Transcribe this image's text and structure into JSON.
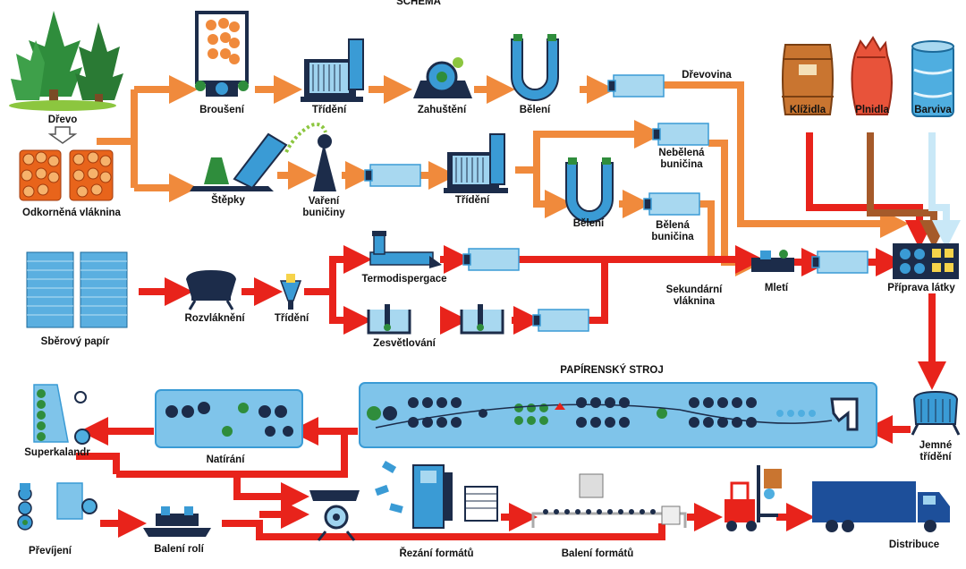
{
  "title": "SCHÉMA",
  "labels": {
    "drevo": "Dřevo",
    "odkornena": "Odkorněná vláknina",
    "brouseni": "Broušení",
    "trideni1": "Třídění",
    "zahusteni": "Zahuštění",
    "beleni1": "Bělení",
    "drevovina": "Dřevovina",
    "klizidla": "Klížidla",
    "plnidla": "Plnidla",
    "barviva": "Barviva",
    "stepky": "Štěpky",
    "vareni_1": "Vaření",
    "vareni_2": "buničiny",
    "trideni2": "Třídění",
    "beleni2": "Bělení",
    "nebelena_1": "Nebělená",
    "nebelena_2": "buničina",
    "belena_1": "Bělená",
    "belena_2": "buničina",
    "sberovy": "Sběrový papír",
    "rozvlakneni": "Rozvláknění",
    "trideni3": "Třídění",
    "termo": "Termodispergace",
    "zesvetlovani": "Zesvětlování",
    "sekundarni_1": "Sekundární",
    "sekundarni_2": "vláknina",
    "mleti": "Mletí",
    "priprava": "Příprava látky",
    "papirensky": "PAPÍRENSKÝ STROJ",
    "jemne_1": "Jemné",
    "jemne_2": "třídění",
    "superkalandr": "Superkalandr",
    "natirani": "Natírání",
    "previjeni": "Převíjení",
    "baleni_roli": "Balení rolí",
    "rezani": "Řezání formátů",
    "baleni_formatu": "Balení formátů",
    "distribuce": "Distribuce"
  },
  "colors": {
    "orange": "#f08a3c",
    "red": "#e8231b",
    "blue": "#3a9bd5",
    "light_blue": "#9fd3ef",
    "dark": "#1c2c4a",
    "green": "#2f8d3c",
    "truck": "#1d4f9a",
    "brown": "#a55a2a"
  }
}
